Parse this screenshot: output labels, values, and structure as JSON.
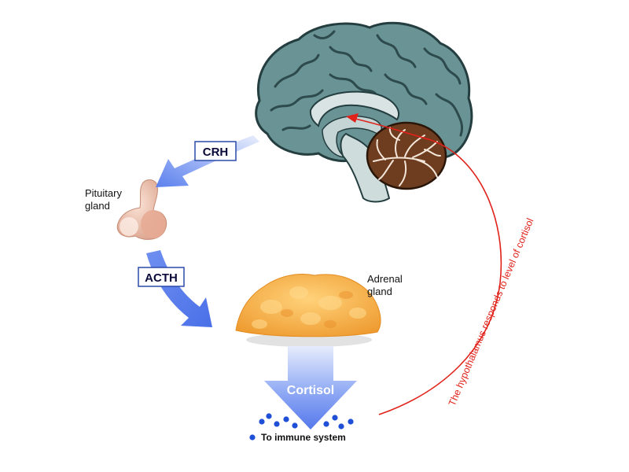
{
  "labels": {
    "crh": "CRH",
    "acth": "ACTH",
    "pituitary_line1": "Pituitary",
    "pituitary_line2": "gland",
    "adrenal_line1": "Adrenal",
    "adrenal_line2": "gland",
    "cortisol": "Cortisol",
    "immune": "To immune system",
    "feedback": "The hypothalamus responds to level of cortisol"
  },
  "colors": {
    "brain": "#5f8a8b",
    "brain_dark": "#2f4f52",
    "cerebellum": "#6b3a1e",
    "pituitary": "#f0c2ae",
    "adrenal": "#f4a640",
    "arrow_blue": "#6b8ef0",
    "feedback_red": "#e0221a",
    "dots": "#1f4fd6"
  },
  "icons": [
    "brain-icon",
    "pituitary-gland-icon",
    "adrenal-gland-icon"
  ]
}
